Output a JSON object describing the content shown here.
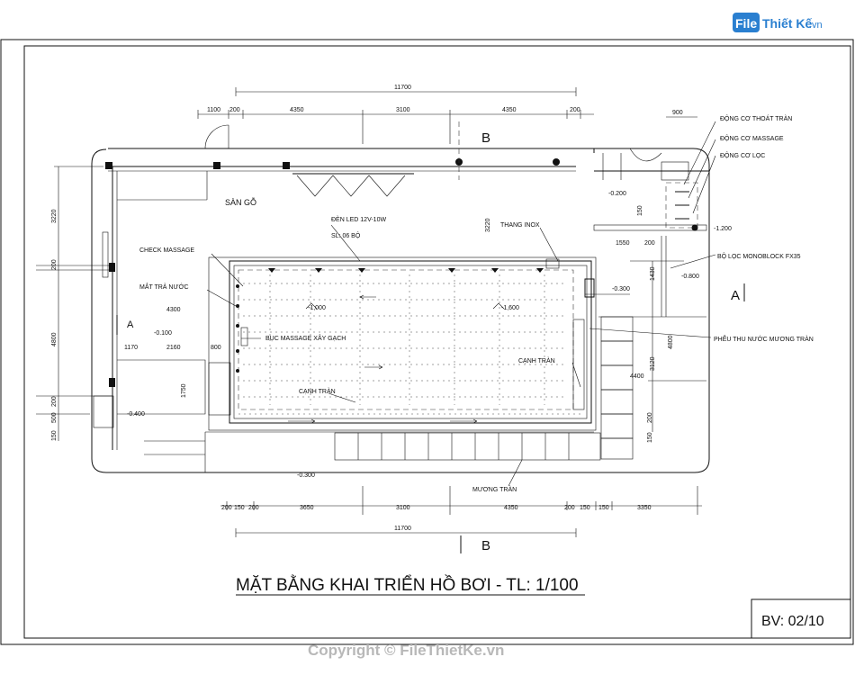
{
  "logo": {
    "file": "File",
    "brand": "Thiết Kế",
    "domain": ".vn"
  },
  "title": "MẶT BẰNG KHAI TRIỂN HỒ BƠI - TL: 1/100",
  "sheet": "BV: 02/10",
  "watermark": "Copyright © FileThietKe.vn",
  "section_marks": {
    "b_top": "B",
    "b_bottom": "B",
    "a_left": "A",
    "a_right": "A"
  },
  "labels": {
    "san_go": "SÀN GỖ",
    "den_led": "ĐÈN LED 12V-10W",
    "sl": "SL: 06 BỘ",
    "thang_inox": "THANG INOX",
    "check_massage": "CHECK MASSAGE",
    "mat_tra_nuoc": "MẮT TRẢ NƯỚC",
    "buc_massage": "BỤC MASSAGE XÂY GẠCH",
    "canh_tran_bottom": "CẠNH TRÀN",
    "canh_tran_right": "CẠNH TRÀN",
    "muong_tran": "MƯƠNG TRÀN",
    "dong_co_thoat_tran": "ĐỘNG CƠ THOÁT TRÀN",
    "dong_co_massage": "ĐỘNG CƠ MASSAGE",
    "dong_co_loc": "ĐỘNG CƠ LỌC",
    "bo_loc": "BỘ LỌC MONOBLOCK FX35",
    "pheu_thu": "PHỄU THU NƯỚC MƯƠNG TRÀN"
  },
  "levels": {
    "l1000": "-1,000",
    "l1600": "-1,600",
    "l0200": "-0.200",
    "l1200": "-1.200",
    "l0300a": "-0.300",
    "l0800": "-0.800",
    "l0100": "-0.100",
    "l0400": "-0.400",
    "l0300b": "-0.300"
  },
  "dims_top": {
    "overall": "11700",
    "d1": "1100",
    "d2": "200",
    "d3": "4350",
    "d4": "3100",
    "d5": "4350",
    "d6": "200",
    "d7": "900"
  },
  "dims_bottom": {
    "overall": "11700",
    "d1": "200",
    "d2": "150",
    "d3": "200",
    "d4": "3650",
    "d5": "3100",
    "d6": "4350",
    "d7": "200",
    "d8": "150",
    "d9": "150",
    "d10": "3350"
  },
  "dims_left": {
    "d1": "3220",
    "d2": "200",
    "d3": "4800",
    "d4": "200",
    "d5": "500",
    "d6": "150"
  },
  "dims_interior": {
    "w4300": "4300",
    "w1170": "1170",
    "w2160": "2160",
    "w800": "800",
    "h1750": "1750",
    "h3220": "3220",
    "w1550": "1550",
    "w200": "200",
    "h1500": "150",
    "h1430": "1430",
    "h4800r": "4800",
    "h3120": "3120",
    "w4400": "4400",
    "h200r": "200",
    "h150r": "150"
  }
}
